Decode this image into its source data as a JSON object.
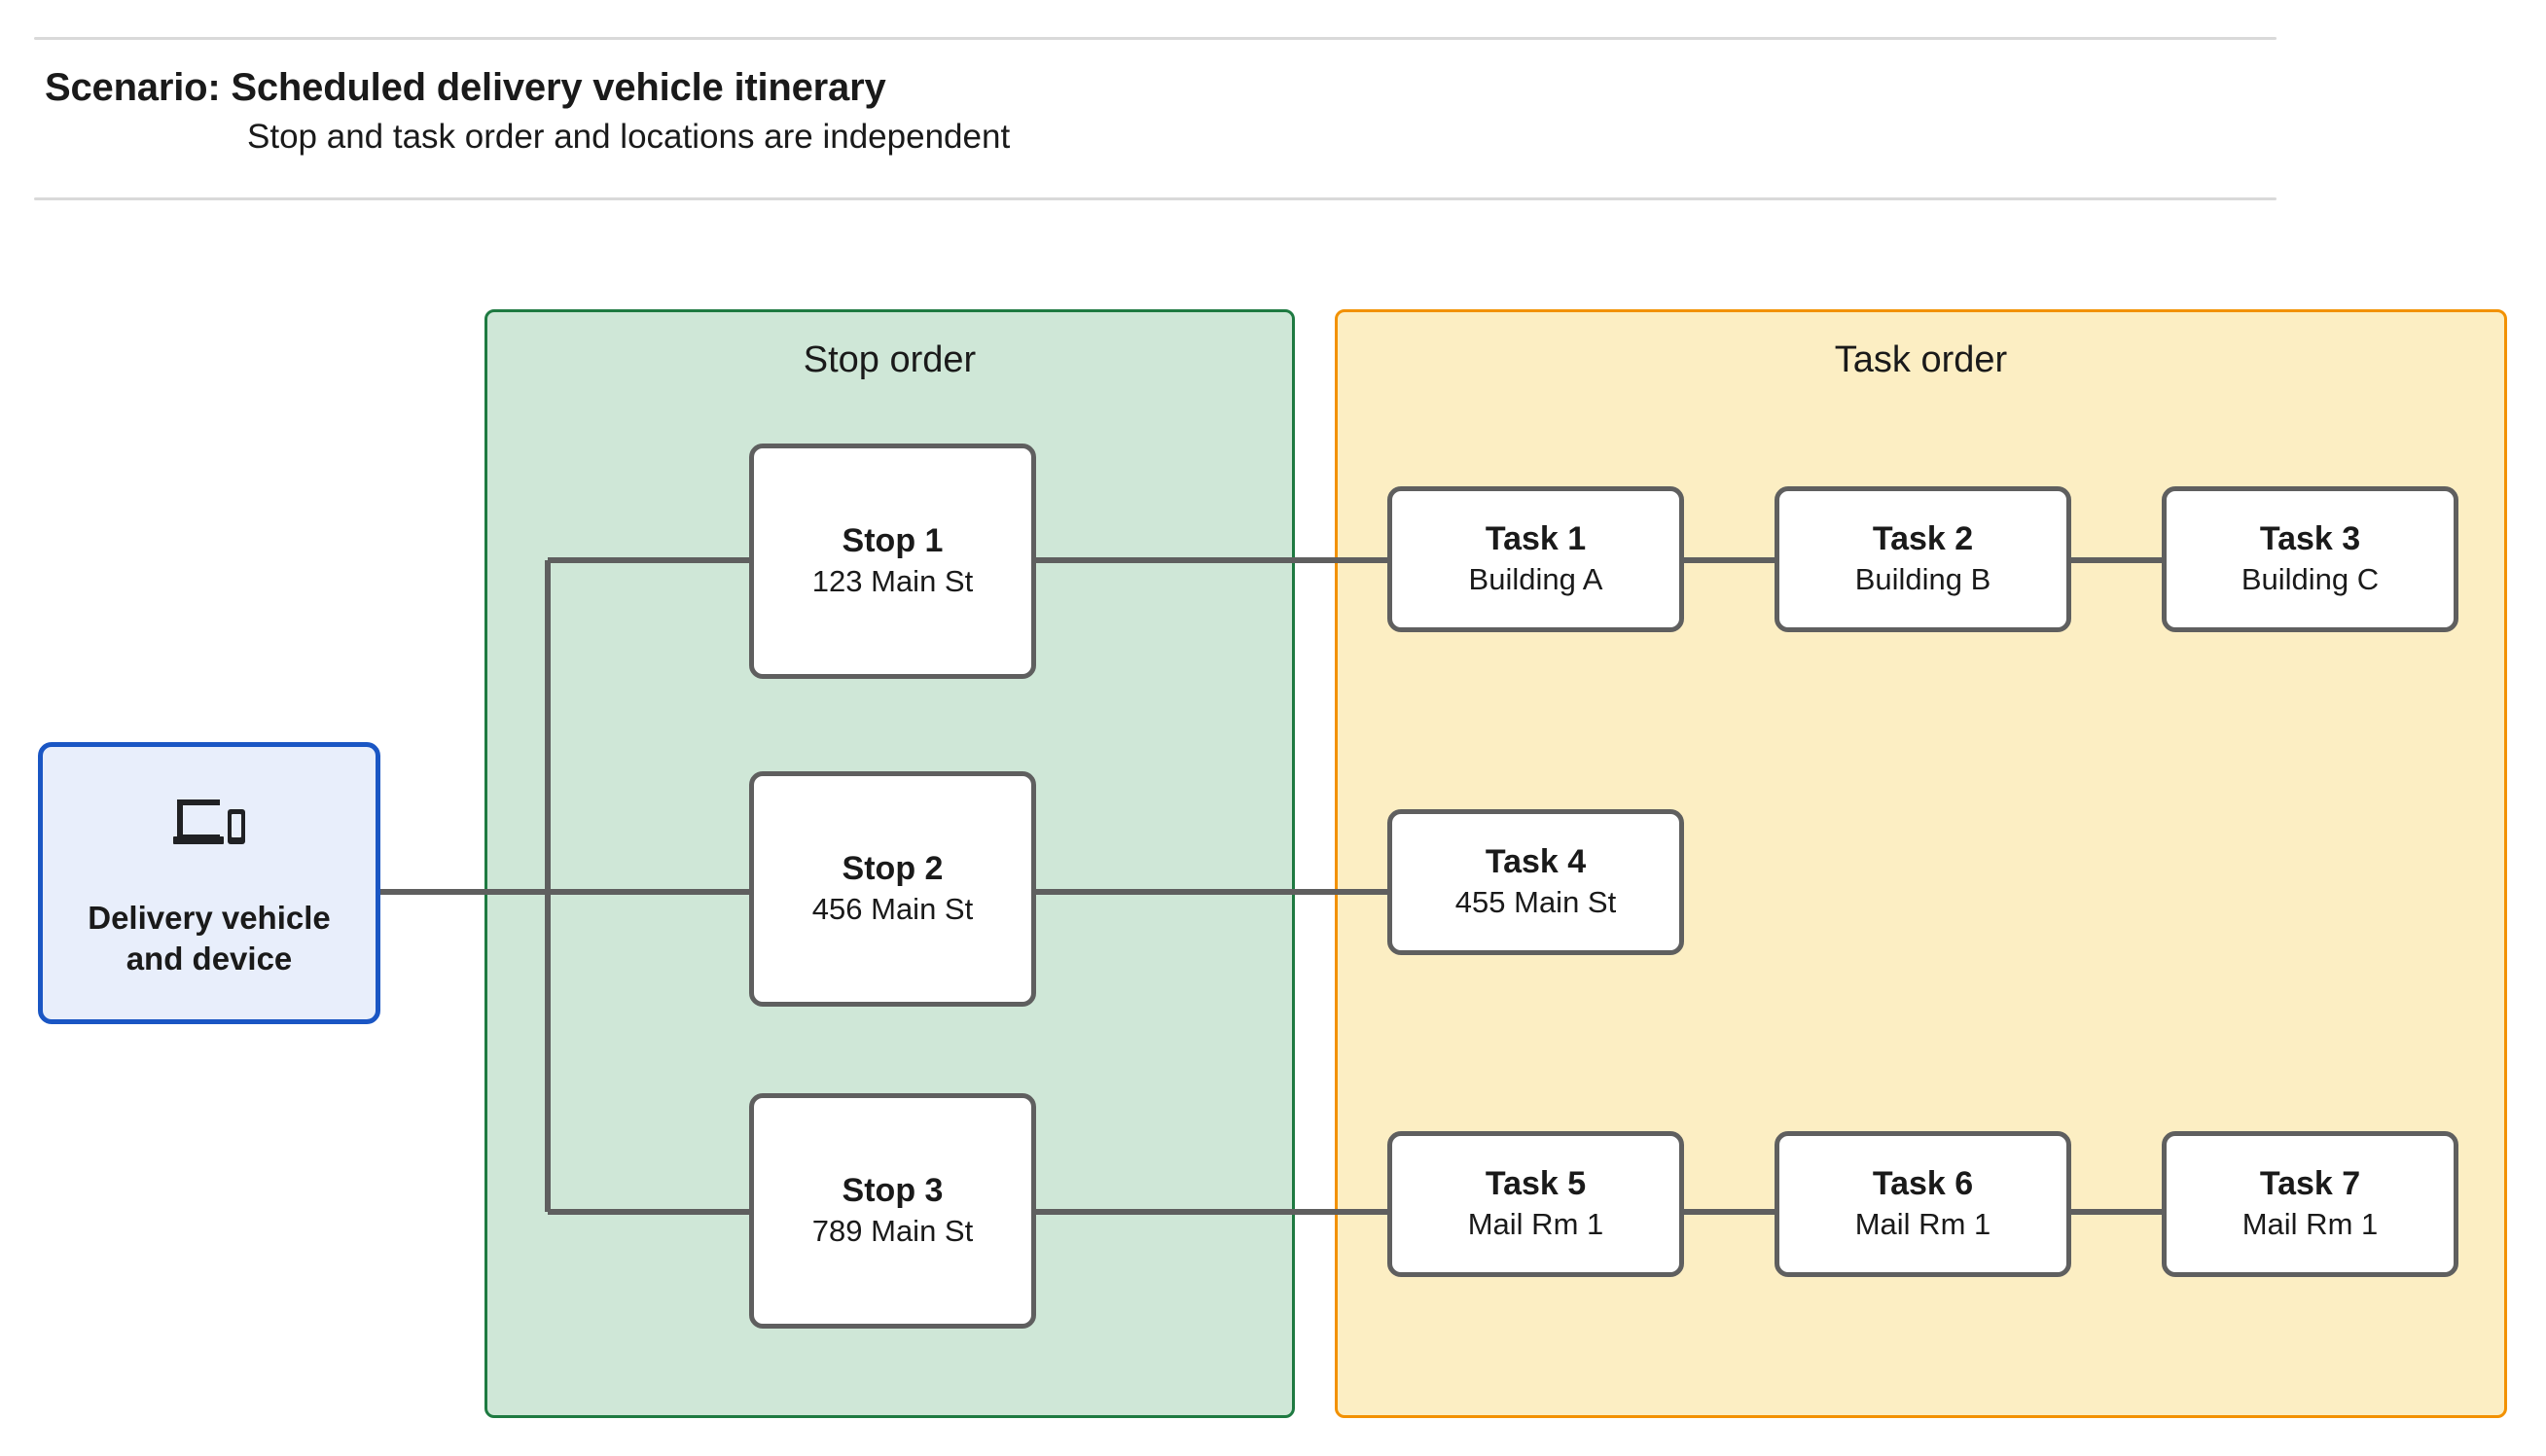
{
  "header": {
    "title": "Scenario: Scheduled delivery vehicle itinerary",
    "subtitle": "Stop and task order and locations are independent"
  },
  "vehicle": {
    "label": "Delivery vehicle\nand device",
    "label_line1": "Delivery vehicle",
    "label_line2": "and device",
    "icon": "devices-icon",
    "border_color": "#1a56c4",
    "fill_color": "#e8eefb"
  },
  "stop_panel": {
    "title": "Stop order",
    "fill_color": "#cfe7d7",
    "border_color": "#1e7a41",
    "stops": [
      {
        "title": "Stop 1",
        "address": "123 Main St"
      },
      {
        "title": "Stop 2",
        "address": "456 Main St"
      },
      {
        "title": "Stop 3",
        "address": "789 Main St"
      }
    ]
  },
  "task_panel": {
    "title": "Task order",
    "fill_color": "#fceec3",
    "border_color": "#f29100",
    "rows": [
      {
        "tasks": [
          {
            "title": "Task 1",
            "location": "Building A"
          },
          {
            "title": "Task 2",
            "location": "Building B"
          },
          {
            "title": "Task 3",
            "location": "Building C"
          }
        ]
      },
      {
        "tasks": [
          {
            "title": "Task 4",
            "location": "455 Main St"
          }
        ]
      },
      {
        "tasks": [
          {
            "title": "Task 5",
            "location": "Mail Rm 1"
          },
          {
            "title": "Task 6",
            "location": "Mail Rm 1"
          },
          {
            "title": "Task 7",
            "location": "Mail Rm 1"
          }
        ]
      }
    ]
  },
  "style": {
    "node_border_color": "#5f5f5f",
    "connector_color": "#5f5f5f",
    "divider_color": "#d9d9d9"
  }
}
